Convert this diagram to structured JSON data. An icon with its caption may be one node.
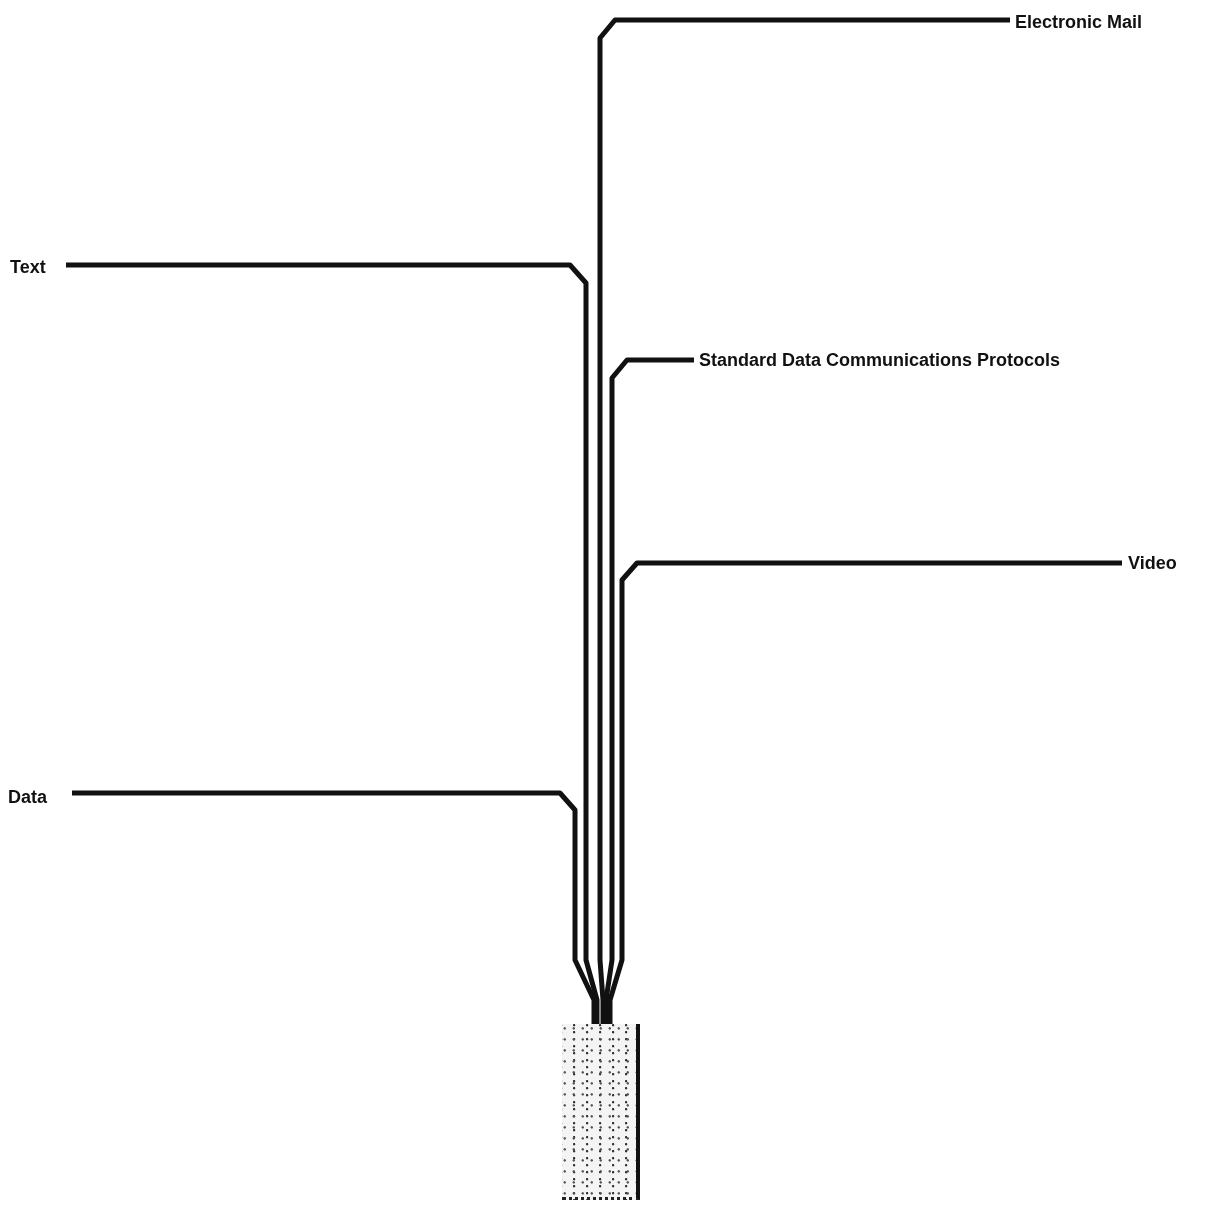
{
  "diagram": {
    "nodes": [
      {
        "text": [
          "Electronic Mail"
        ]
      },
      {
        "text": [
          "Text"
        ]
      },
      {
        "text": [
          "Standard Data Communications Protocols"
        ]
      },
      {
        "text": [
          "Video"
        ]
      },
      {
        "text": [
          "Data"
        ]
      },
      {
        "text": [],
        "shape": "box"
      }
    ],
    "edges": [
      {
        "from": 0,
        "to": 5,
        "arrow": "none"
      },
      {
        "from": 1,
        "to": 5,
        "arrow": "none"
      },
      {
        "from": 2,
        "to": 5,
        "arrow": "none"
      },
      {
        "from": 3,
        "to": 5,
        "arrow": "none"
      },
      {
        "from": 4,
        "to": 5,
        "arrow": "none"
      }
    ]
  }
}
